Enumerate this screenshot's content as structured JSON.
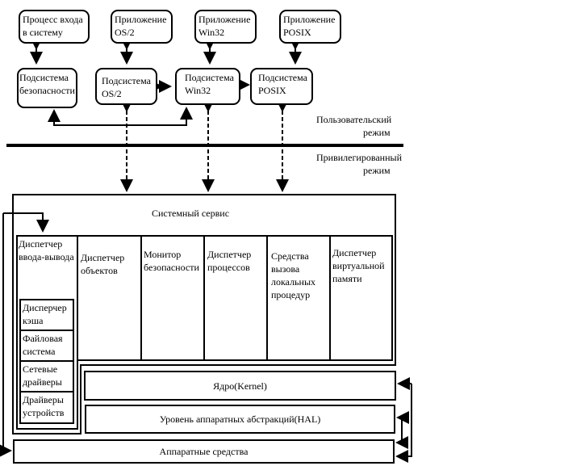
{
  "user_mode": {
    "apps": [
      {
        "line1": "Процесс входа",
        "line2": "в систему"
      },
      {
        "line1": "Приложение",
        "line2": "OS/2"
      },
      {
        "line1": "Приложение",
        "line2": "Win32"
      },
      {
        "line1": "Приложение",
        "line2": "POSIX"
      }
    ],
    "subsystems": [
      {
        "line1": "Подсистема",
        "line2": "безопасности"
      },
      {
        "line1": "Подсистема",
        "line2": "OS/2"
      },
      {
        "line1": "Подсистема",
        "line2": "Win32"
      },
      {
        "line1": "Подсистема",
        "line2": "POSIX"
      }
    ],
    "label1": "Пользовательский",
    "label2": "режим"
  },
  "kernel_mode": {
    "label1": "Привилегированный",
    "label2": "режим",
    "system_service": "Системный сервис",
    "io_manager": {
      "line1": "Диспетчер",
      "line2": "ввода-вывода",
      "parts": [
        {
          "line1": "Дисперчер",
          "line2": "кэша"
        },
        {
          "line1": "Файловая",
          "line2": "система"
        },
        {
          "line1": "Сетевые",
          "line2": "драйверы"
        },
        {
          "line1": "Драйверы",
          "line2": "устройств"
        }
      ]
    },
    "components": [
      {
        "lines": [
          "Диспетчер",
          "объектов"
        ]
      },
      {
        "lines": [
          "Монитор",
          "безопасности"
        ]
      },
      {
        "lines": [
          "Диспетчер",
          "процессов"
        ]
      },
      {
        "lines": [
          "Средства",
          "вызова",
          "локальных",
          "процедур"
        ]
      },
      {
        "lines": [
          "Диспетчер",
          "виртуальной",
          "памяти"
        ]
      }
    ],
    "kernel": "Ядро(Kernel)",
    "hal": "Уровень аппаратных абстракций(HAL)",
    "hardware": "Аппаратные средства"
  }
}
